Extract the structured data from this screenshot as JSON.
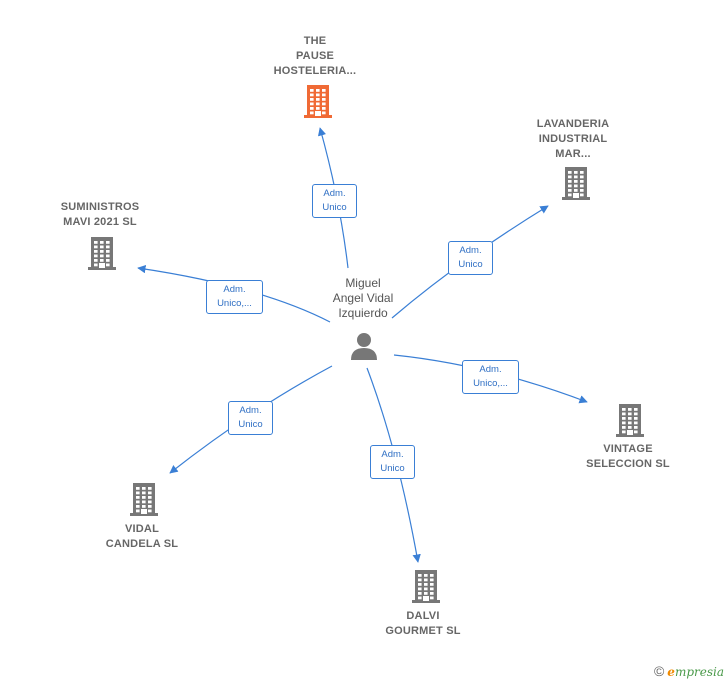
{
  "center": {
    "lines": [
      "Miguel",
      "Angel Vidal",
      "Izquierdo"
    ],
    "icon": "person-icon"
  },
  "companies": [
    {
      "id": "the-pause",
      "lines": [
        "THE",
        "PAUSE",
        "HOSTELERIA..."
      ],
      "color": "#f06a35",
      "icon": "building-icon"
    },
    {
      "id": "lavanderia",
      "lines": [
        "LAVANDERIA",
        "INDUSTRIAL",
        "MAR..."
      ],
      "color": "#777777",
      "icon": "building-icon"
    },
    {
      "id": "suministros",
      "lines": [
        "SUMINISTROS",
        "MAVI 2021  SL"
      ],
      "color": "#777777",
      "icon": "building-icon"
    },
    {
      "id": "vintage",
      "lines": [
        "VINTAGE",
        "SELECCION SL"
      ],
      "color": "#777777",
      "icon": "building-icon"
    },
    {
      "id": "vidal-candela",
      "lines": [
        "VIDAL",
        "CANDELA SL"
      ],
      "color": "#777777",
      "icon": "building-icon"
    },
    {
      "id": "dalvi",
      "lines": [
        "DALVI",
        "GOURMET SL"
      ],
      "color": "#777777",
      "icon": "building-icon"
    }
  ],
  "roles": [
    {
      "target": "the-pause",
      "lines": [
        "Adm.",
        "Unico"
      ]
    },
    {
      "target": "lavanderia",
      "lines": [
        "Adm.",
        "Unico"
      ]
    },
    {
      "target": "suministros",
      "lines": [
        "Adm.",
        "Unico,..."
      ]
    },
    {
      "target": "vintage",
      "lines": [
        "Adm.",
        "Unico,..."
      ]
    },
    {
      "target": "vidal-candela",
      "lines": [
        "Adm.",
        "Unico"
      ]
    },
    {
      "target": "dalvi",
      "lines": [
        "Adm.",
        "Unico"
      ]
    }
  ],
  "colors": {
    "edge": "#3a7fd5",
    "highlight": "#f06a35",
    "building": "#777777"
  },
  "footer": {
    "copyright": "©",
    "brand_e": "e",
    "brand_rest": "mpresia"
  }
}
